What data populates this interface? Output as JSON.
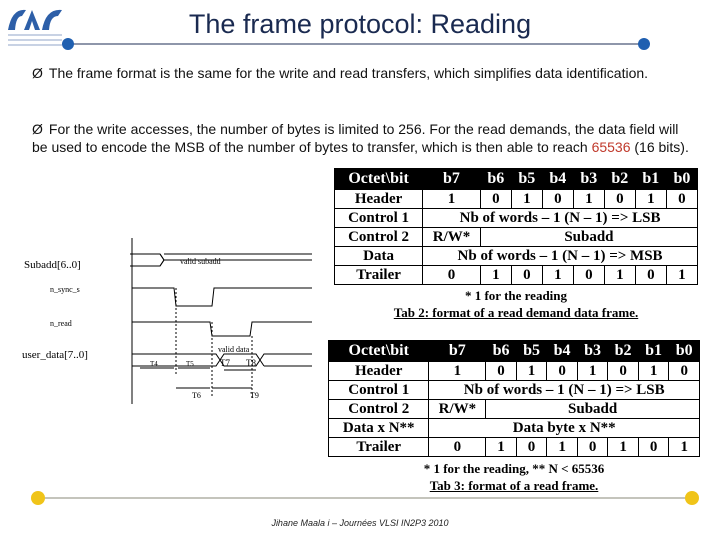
{
  "slide": {
    "title": "The frame protocol: Reading",
    "bullets": [
      {
        "arrow": "Ø",
        "text": "The frame format is the same for the write and read transfers, which simplifies data identification."
      },
      {
        "arrow": "Ø",
        "text_before": "For the write accesses, the number of bytes is limited to 256. For the read demands, the data field will be used to encode the MSB of the number of bytes to transfer, which is then able to reach ",
        "highlight": "65536",
        "text_after": " (16 bits)."
      }
    ],
    "footer": "Jihane Maala i – Journées VLSI IN2P3 2010"
  },
  "table2": {
    "header": [
      "Octet\\bit",
      "b7",
      "b6",
      "b5",
      "b4",
      "b3",
      "b2",
      "b1",
      "b0"
    ],
    "header_row": [
      "Header",
      "1",
      "0",
      "1",
      "0",
      "1",
      "0",
      "1",
      "0"
    ],
    "control1": [
      "Control 1",
      "Nb of words – 1 (N – 1) => LSB"
    ],
    "control2": [
      "Control 2",
      "R/W*",
      "Subadd"
    ],
    "data": [
      "Data",
      "Nb of words – 1 (N – 1) => MSB"
    ],
    "trailer": [
      "Trailer",
      "0",
      "1",
      "0",
      "1",
      "0",
      "1",
      "0",
      "1"
    ],
    "note": "* 1 for the reading",
    "caption": "Tab 2: format of a read demand data frame."
  },
  "table3": {
    "header": [
      "Octet\\bit",
      "b7",
      "b6",
      "b5",
      "b4",
      "b3",
      "b2",
      "b1",
      "b0"
    ],
    "header_row": [
      "Header",
      "1",
      "0",
      "1",
      "0",
      "1",
      "0",
      "1",
      "0"
    ],
    "control1": [
      "Control 1",
      "Nb of words – 1 (N – 1) => LSB"
    ],
    "control2": [
      "Control 2",
      "R/W*",
      "Subadd"
    ],
    "data": [
      "Data x N**",
      "Data byte x N**"
    ],
    "trailer": [
      "Trailer",
      "0",
      "1",
      "0",
      "1",
      "0",
      "1",
      "0",
      "1"
    ],
    "note": "* 1 for the reading, ** N < 65536",
    "caption": "Tab 3: format of a read frame."
  },
  "timing": {
    "signals": [
      "Subadd[6..0]",
      "n_sync_s",
      "n_read",
      "user_data[7..0]"
    ],
    "valid_subadd": "valid subadd",
    "valid_data": "valid data",
    "markers": [
      "T4",
      "T5",
      "T7",
      "T8",
      "T6",
      "T9"
    ]
  },
  "colors": {
    "title": "#1a2a50",
    "accent": "#c0392b",
    "deco_blue": "#1f5fb0",
    "deco_yellow": "#f0c419"
  }
}
